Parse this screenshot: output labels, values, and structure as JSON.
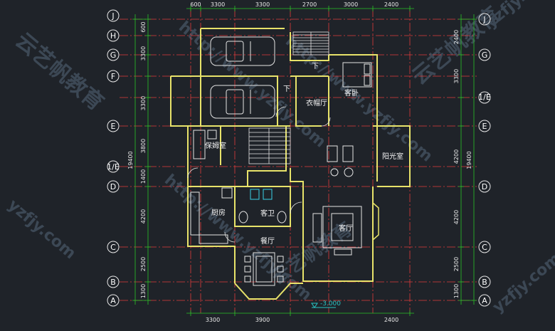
{
  "axes": {
    "left": [
      "J",
      "H",
      "G",
      "F",
      "E",
      "1/E",
      "D",
      "C",
      "B",
      "A"
    ],
    "right": [
      "J",
      "G",
      "1/E",
      "E",
      "D",
      "C",
      "B",
      "A"
    ]
  },
  "dimensions": {
    "top": [
      "600",
      "3300",
      "3300",
      "2700",
      "3000",
      "2400"
    ],
    "bottom": [
      "3300",
      "3900",
      "2400"
    ],
    "left_total": "19400",
    "left_parts": [
      "600",
      "3300",
      "3300",
      "3800",
      "1400",
      "4200",
      "2500",
      "1300"
    ],
    "right_total": "19400",
    "right_parts": [
      "2400",
      "3300",
      "4200",
      "4200",
      "2500",
      "1300"
    ]
  },
  "rooms": {
    "wardrobe": "衣帽厅",
    "guest_bedroom": "客卧",
    "nanny_room": "保姆室",
    "sunroom": "阳光室",
    "kitchen": "厨房",
    "guest_bath": "客卫",
    "living_room": "客厅",
    "dining_room": "餐厅",
    "down1": "下",
    "down2": "下"
  },
  "elevation": "-3.000",
  "watermarks": {
    "url": "http://www.yzfjy.com",
    "brand": "云艺帆教育",
    "side": "yzfjy.com"
  },
  "colors": {
    "background": "#1f2329",
    "wall": "#e8e36a",
    "axis_line": "#e03c3c",
    "dim_line": "#29c429",
    "furniture": "#e4e4e4"
  }
}
